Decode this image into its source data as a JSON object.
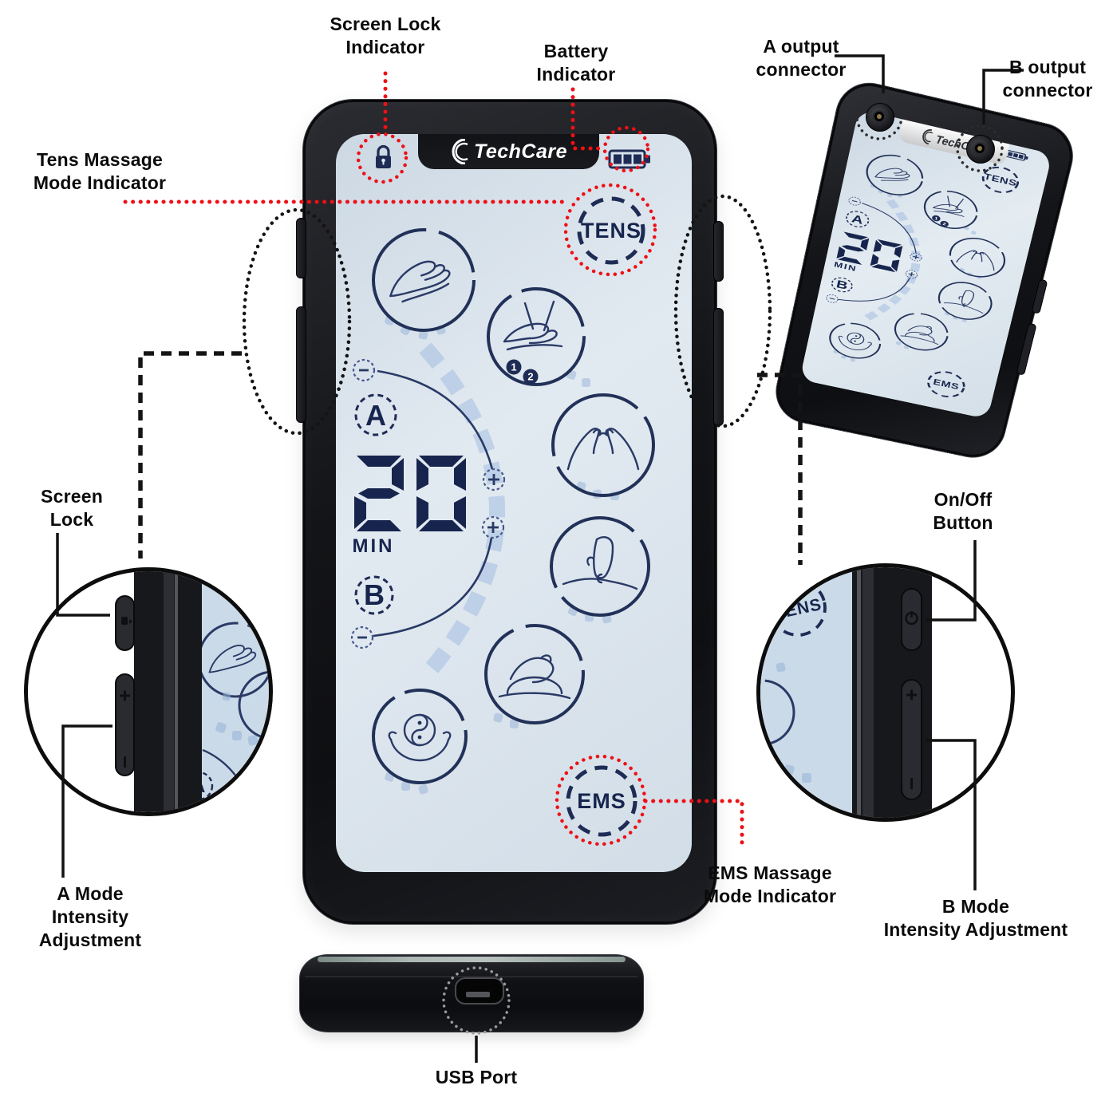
{
  "colors": {
    "callout_red": "#ee1016",
    "screen_blue": "#d9e3ec",
    "icon_navy": "#1e2c55",
    "device_black": "#141519",
    "background": "#ffffff"
  },
  "brand": {
    "name": "TechCare",
    "logo_icon": "double-swoosh-icon"
  },
  "screen": {
    "lock_icon": "padlock-icon",
    "battery_icon": "battery-level-icon",
    "battery_bars": 3,
    "tens_label": "TENS",
    "ems_label": "EMS",
    "channel_a_label": "A",
    "channel_b_label": "B",
    "timer_value": "20",
    "timer_unit": "MIN",
    "acupuncture_badge_1": "1",
    "acupuncture_badge_2": "2",
    "mode_icons": [
      "stroking-hands-icon",
      "acupuncture-icon",
      "kneading-hands-icon",
      "thumb-press-icon",
      "cupping-icon",
      "yin-yang-hands-icon"
    ],
    "intensity_icons": [
      "minus-icon",
      "plus-icon"
    ]
  },
  "callouts": {
    "screen_lock_indicator": {
      "line1": "Screen Lock",
      "line2": "Indicator"
    },
    "battery_indicator": {
      "line1": "Battery",
      "line2": "Indicator"
    },
    "tens_mode_indicator": {
      "line1": "Tens Massage",
      "line2": "Mode Indicator"
    },
    "a_output_connector": {
      "line1": "A output",
      "line2": "connector"
    },
    "b_output_connector": {
      "line1": "B output",
      "line2": "connector"
    },
    "screen_lock": {
      "line1": "Screen",
      "line2": "Lock"
    },
    "on_off_button": {
      "line1": "On/Off",
      "line2": "Button"
    },
    "a_mode": {
      "line1": "A Mode",
      "line2": "Intensity Adjustment"
    },
    "b_mode": {
      "line1": "B Mode",
      "line2": "Intensity Adjustment"
    },
    "ems_mode_indicator": {
      "line1": "EMS Massage",
      "line2": "Mode Indicator"
    },
    "usb_port": {
      "label": "USB Port"
    }
  }
}
